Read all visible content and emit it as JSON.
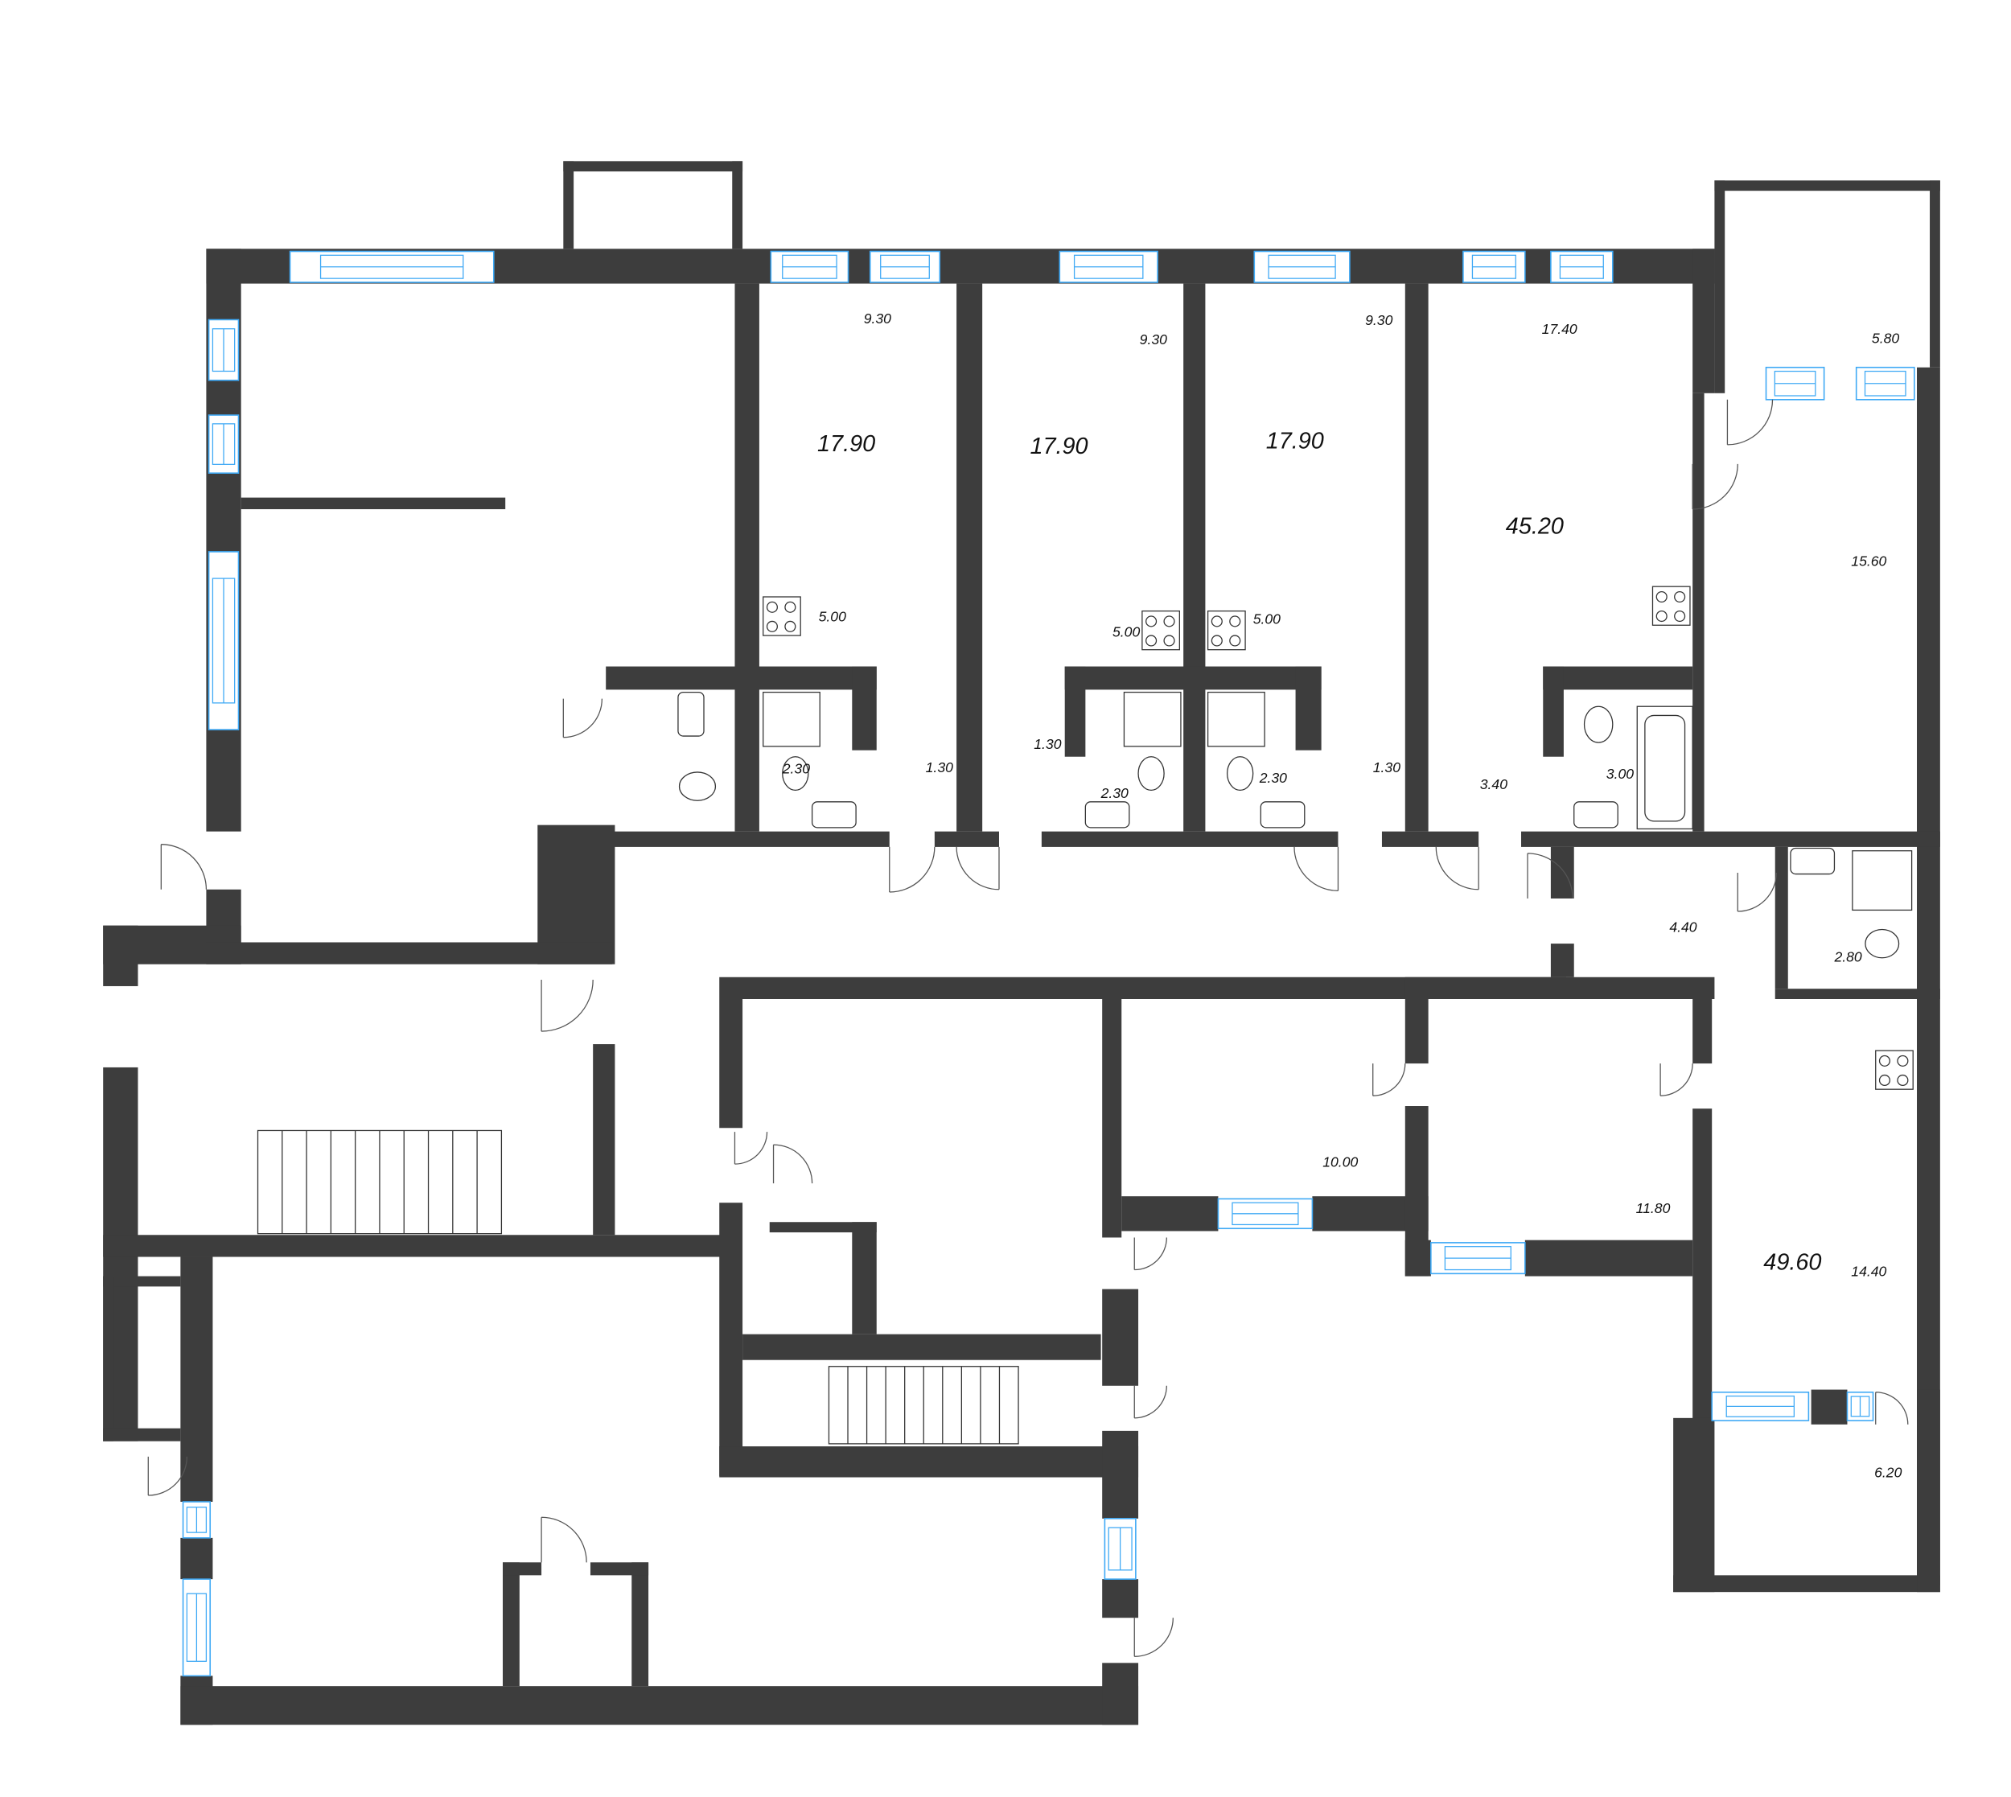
{
  "plan": {
    "wall_color": "#3d3d3d",
    "window_color": "#3fa9f5",
    "apartments": [
      {
        "total": "17.90",
        "rooms": [
          "9.30",
          "5.00",
          "2.30",
          "1.30"
        ]
      },
      {
        "total": "17.90",
        "rooms": [
          "9.30",
          "5.00",
          "2.30",
          "1.30"
        ]
      },
      {
        "total": "17.90",
        "rooms": [
          "9.30",
          "5.00",
          "2.30",
          "1.30"
        ]
      },
      {
        "total": "45.20",
        "rooms": [
          "17.40",
          "5.80",
          "15.60",
          "3.40",
          "3.00"
        ]
      },
      {
        "total": "49.60",
        "rooms": [
          "4.40",
          "2.80",
          "14.40",
          "6.20"
        ]
      }
    ],
    "other_rooms": [
      "10.00",
      "11.80"
    ]
  }
}
